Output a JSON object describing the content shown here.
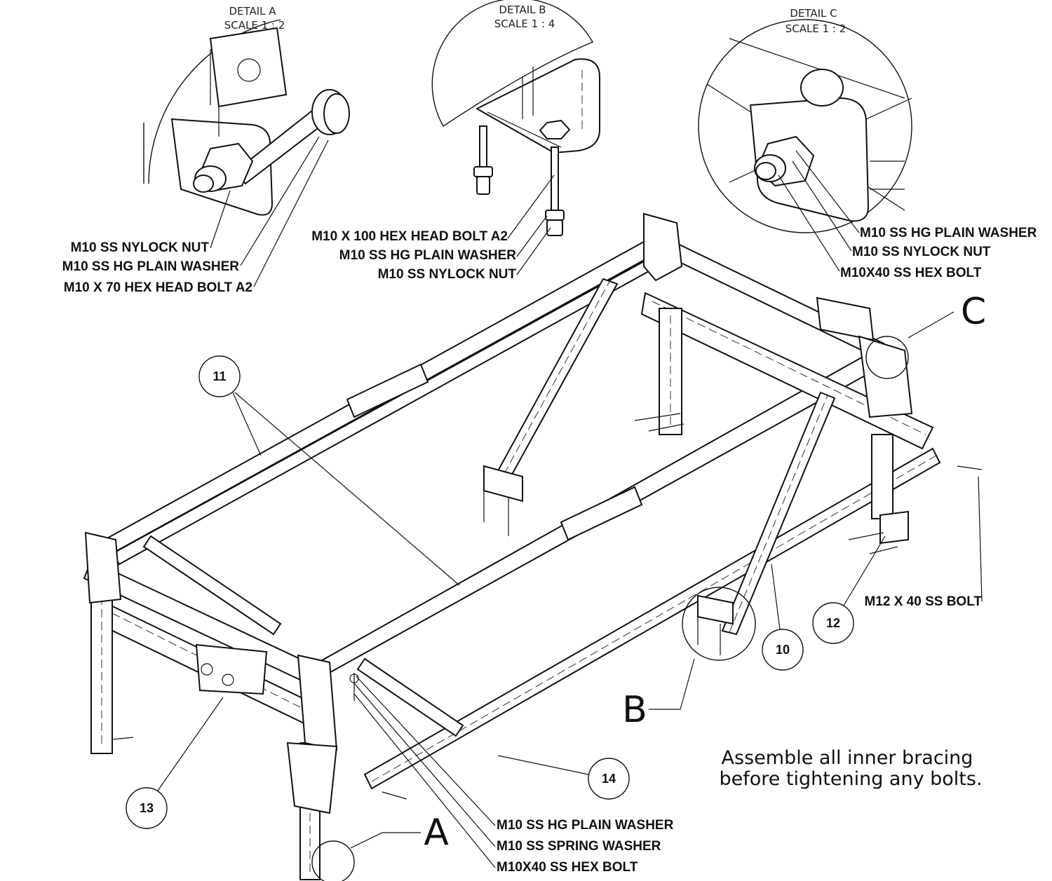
{
  "details": {
    "a": {
      "title": "DETAIL A",
      "scale": "SCALE 1 : 2",
      "letter": "A"
    },
    "b": {
      "title": "DETAIL B",
      "scale": "SCALE 1 : 4",
      "letter": "B"
    },
    "c": {
      "title": "DETAIL C",
      "scale": "SCALE 1 : 2",
      "letter": "C"
    }
  },
  "callouts": {
    "a_nut": "M10 SS NYLOCK  NUT",
    "a_washer": "M10 SS HG PLAIN WASHER",
    "a_bolt": "M10 X 70 HEX HEAD BOLT A2",
    "b_bolt": "M10 X 100 HEX HEAD BOLT A2",
    "b_washer": "M10 SS HG PLAIN WASHER",
    "b_nut": "M10 SS NYLOCK  NUT",
    "c_washer": "M10 SS HG PLAIN WASHER",
    "c_nut": "M10 SS NYLOCK  NUT",
    "c_bolt": "M10X40 SS HEX BOLT",
    "m12_bolt": "M12 X 40 SS BOLT",
    "lower_washer": "M10 SS HG PLAIN WASHER",
    "lower_spring": "M10 SS SPRING WASHER",
    "lower_bolt": "M10X40 SS HEX BOLT"
  },
  "balloons": {
    "b10": "10",
    "b11": "11",
    "b12": "12",
    "b13": "13",
    "b14": "14"
  },
  "note": {
    "line1": "Assemble all inner bracing",
    "line2": "before tightening any bolts."
  }
}
